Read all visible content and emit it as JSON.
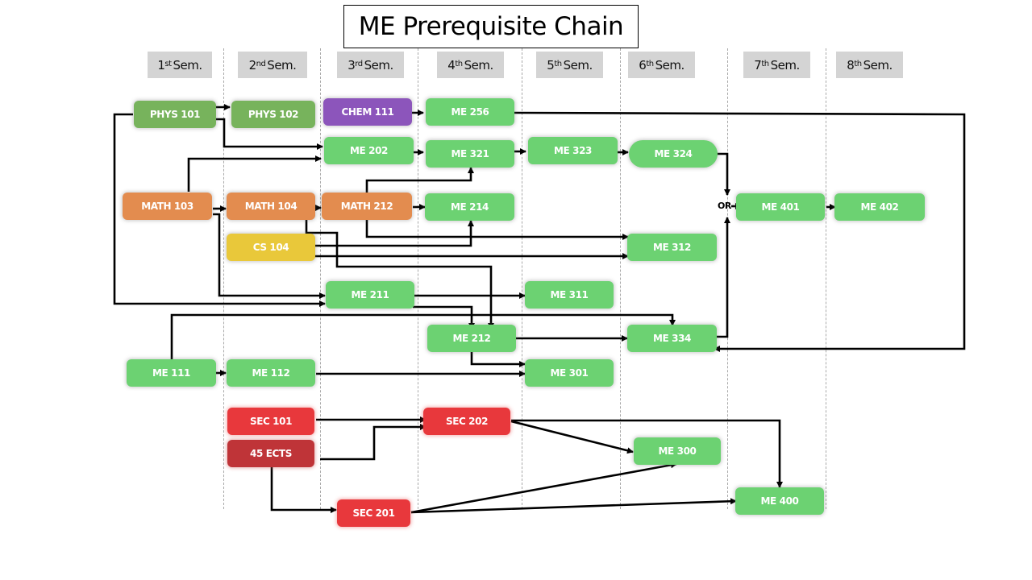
{
  "title": "ME Prerequisite Chain",
  "semesters": [
    {
      "num": "1",
      "sup": "st",
      "label": "Sem."
    },
    {
      "num": "2",
      "sup": "nd",
      "label": "Sem."
    },
    {
      "num": "3",
      "sup": "rd",
      "label": "Sem."
    },
    {
      "num": "4",
      "sup": "th",
      "label": "Sem."
    },
    {
      "num": "5",
      "sup": "th",
      "label": "Sem."
    },
    {
      "num": "6",
      "sup": "th",
      "label": "Sem."
    },
    {
      "num": "7",
      "sup": "th",
      "label": "Sem."
    },
    {
      "num": "8",
      "sup": "th",
      "label": "Sem."
    }
  ],
  "colors": {
    "core_me": "#6cd272",
    "physics": "#77b35c",
    "math": "#e38c4f",
    "chemistry": "#8c55bb",
    "computer_science": "#e9c83a",
    "security": "#e8383c",
    "ects_requirement": "#bf3438",
    "semester_header": "#d4d4d4",
    "edge": "#000000"
  },
  "or_label": "OR",
  "courses": {
    "phys101": {
      "label": "PHYS 101",
      "semester": 1,
      "category": "physics"
    },
    "phys102": {
      "label": "PHYS 102",
      "semester": 2,
      "category": "physics"
    },
    "chem111": {
      "label": "CHEM 111",
      "semester": 3,
      "category": "chemistry"
    },
    "me256": {
      "label": "ME 256",
      "semester": 4,
      "category": "core_me"
    },
    "me202": {
      "label": "ME 202",
      "semester": 3,
      "category": "core_me"
    },
    "me321": {
      "label": "ME 321",
      "semester": 4,
      "category": "core_me"
    },
    "me323": {
      "label": "ME 323",
      "semester": 5,
      "category": "core_me"
    },
    "me324": {
      "label": "ME 324",
      "semester": 6,
      "category": "core_me"
    },
    "math103": {
      "label": "MATH 103",
      "semester": 1,
      "category": "math"
    },
    "math104": {
      "label": "MATH 104",
      "semester": 2,
      "category": "math"
    },
    "math212": {
      "label": "MATH 212",
      "semester": 3,
      "category": "math"
    },
    "me214": {
      "label": "ME 214",
      "semester": 4,
      "category": "core_me"
    },
    "me401": {
      "label": "ME 401",
      "semester": 7,
      "category": "core_me"
    },
    "me402": {
      "label": "ME 402",
      "semester": 8,
      "category": "core_me"
    },
    "cs104": {
      "label": "CS 104",
      "semester": 2,
      "category": "computer_science"
    },
    "me312": {
      "label": "ME 312",
      "semester": 6,
      "category": "core_me"
    },
    "me211": {
      "label": "ME 211",
      "semester": 3,
      "category": "core_me"
    },
    "me311": {
      "label": "ME 311",
      "semester": 5,
      "category": "core_me"
    },
    "me212": {
      "label": "ME 212",
      "semester": 4,
      "category": "core_me"
    },
    "me334": {
      "label": "ME 334",
      "semester": 6,
      "category": "core_me"
    },
    "me111": {
      "label": "ME 111",
      "semester": 1,
      "category": "core_me"
    },
    "me112": {
      "label": "ME 112",
      "semester": 2,
      "category": "core_me"
    },
    "me301": {
      "label": "ME 301",
      "semester": 5,
      "category": "core_me"
    },
    "sec101": {
      "label": "SEC 101",
      "semester": 2,
      "category": "security"
    },
    "ects45": {
      "label": "45 ECTS",
      "semester": 2,
      "category": "ects_requirement"
    },
    "sec202": {
      "label": "SEC 202",
      "semester": 4,
      "category": "security"
    },
    "me300": {
      "label": "ME 300",
      "semester": 6,
      "category": "core_me"
    },
    "sec201": {
      "label": "SEC 201",
      "semester": 3,
      "category": "security"
    },
    "me400": {
      "label": "ME 400",
      "semester": 7,
      "category": "core_me"
    }
  },
  "prerequisites": [
    {
      "from": "phys101",
      "to": "phys102"
    },
    {
      "from": "phys101",
      "to": "me202"
    },
    {
      "from": "phys101",
      "to": "me211"
    },
    {
      "from": "chem111",
      "to": "me256"
    },
    {
      "from": "me202",
      "to": "me321"
    },
    {
      "from": "me321",
      "to": "me323"
    },
    {
      "from": "me323",
      "to": "me324"
    },
    {
      "from": "me324",
      "to": "me401",
      "via": "OR"
    },
    {
      "from": "me334",
      "to": "me401",
      "via": "OR"
    },
    {
      "from": "me401",
      "to": "me402"
    },
    {
      "from": "me256",
      "to": "me334"
    },
    {
      "from": "math103",
      "to": "me202"
    },
    {
      "from": "math103",
      "to": "math104"
    },
    {
      "from": "math103",
      "to": "me211"
    },
    {
      "from": "math104",
      "to": "math212"
    },
    {
      "from": "math104",
      "to": "me212"
    },
    {
      "from": "math212",
      "to": "me214"
    },
    {
      "from": "math212",
      "to": "me321"
    },
    {
      "from": "math212",
      "to": "me312"
    },
    {
      "from": "cs104",
      "to": "me214"
    },
    {
      "from": "cs104",
      "to": "me312"
    },
    {
      "from": "me211",
      "to": "me311"
    },
    {
      "from": "me211",
      "to": "me212"
    },
    {
      "from": "me212",
      "to": "me334"
    },
    {
      "from": "me212",
      "to": "me301"
    },
    {
      "from": "me111",
      "to": "me112"
    },
    {
      "from": "me111",
      "to": "me334"
    },
    {
      "from": "me112",
      "to": "me301"
    },
    {
      "from": "sec101",
      "to": "sec202"
    },
    {
      "from": "ects45",
      "to": "sec202"
    },
    {
      "from": "ects45",
      "to": "sec201"
    },
    {
      "from": "sec202",
      "to": "me300"
    },
    {
      "from": "sec202",
      "to": "me400"
    },
    {
      "from": "sec201",
      "to": "me300"
    },
    {
      "from": "sec201",
      "to": "me400"
    }
  ]
}
